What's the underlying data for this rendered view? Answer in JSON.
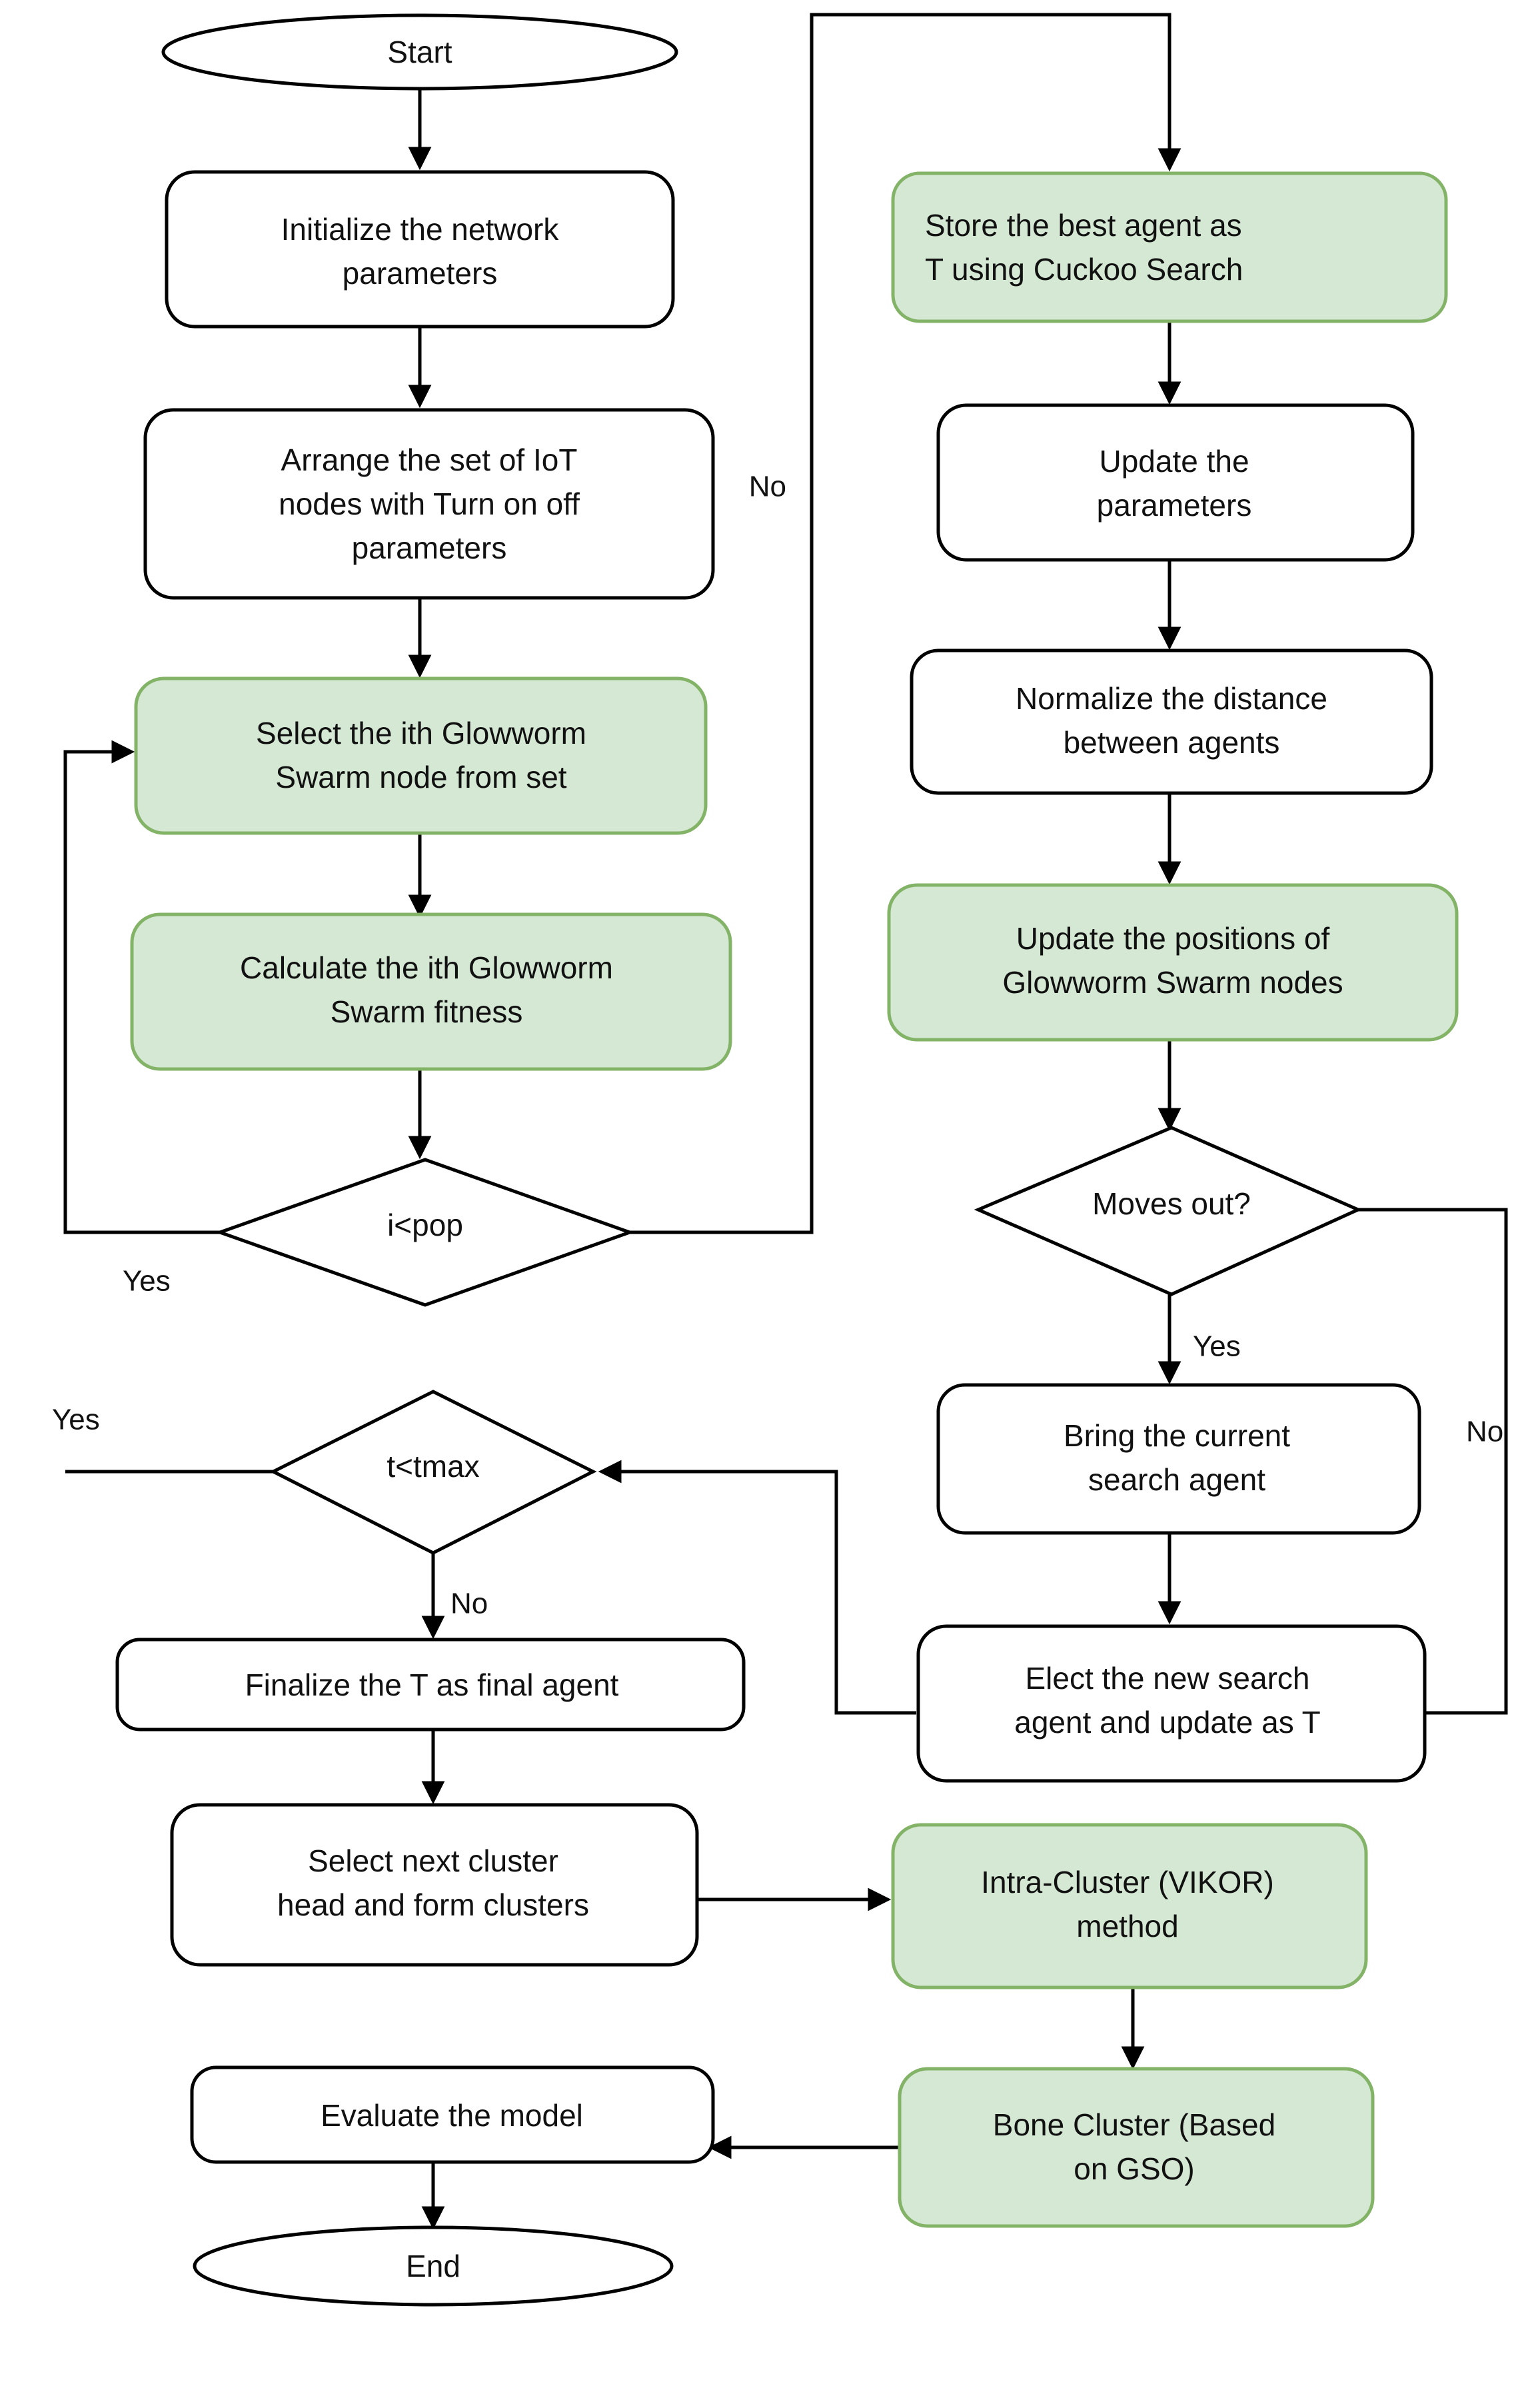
{
  "diagram": {
    "title": "Flowchart of the proposed Glowworm Swarm / Cuckoo Search IoT clustering algorithm",
    "colors": {
      "green_fill": "#d5e8d4",
      "green_border": "#82b366",
      "white_fill": "#ffffff",
      "stroke": "#000000",
      "background": "#ffffff",
      "text": "#111111"
    },
    "nodes": [
      {
        "id": "start",
        "shape": "ellipse",
        "fill": "white",
        "lines": [
          "Start"
        ]
      },
      {
        "id": "init",
        "shape": "rounded",
        "fill": "white",
        "lines": [
          "Initialize the network",
          "parameters"
        ]
      },
      {
        "id": "arrange",
        "shape": "rounded",
        "fill": "white",
        "lines": [
          "Arrange the set of IoT",
          "nodes with Turn on off",
          "parameters"
        ]
      },
      {
        "id": "selectith",
        "shape": "rounded",
        "fill": "green",
        "lines": [
          "Select the ith Glowworm",
          "Swarm node from set"
        ]
      },
      {
        "id": "calcfit",
        "shape": "rounded",
        "fill": "green",
        "lines": [
          "Calculate the ith Glowworm",
          "Swarm fitness"
        ]
      },
      {
        "id": "ipop",
        "shape": "diamond",
        "fill": "white",
        "lines": [
          "i<pop"
        ]
      },
      {
        "id": "ttmax",
        "shape": "diamond",
        "fill": "white",
        "lines": [
          "t<tmax"
        ]
      },
      {
        "id": "finalize",
        "shape": "rounded",
        "fill": "white",
        "lines": [
          "Finalize the T as final agent"
        ]
      },
      {
        "id": "selnext",
        "shape": "rounded",
        "fill": "white",
        "lines": [
          "Select next cluster",
          "head and form clusters"
        ]
      },
      {
        "id": "evaluate",
        "shape": "rounded",
        "fill": "white",
        "lines": [
          "Evaluate the model"
        ]
      },
      {
        "id": "end",
        "shape": "ellipse",
        "fill": "white",
        "lines": [
          "End"
        ]
      },
      {
        "id": "storebest",
        "shape": "rounded",
        "fill": "green",
        "lines": [
          "Store the best agent as",
          "T using Cuckoo Search"
        ]
      },
      {
        "id": "updparams",
        "shape": "rounded",
        "fill": "white",
        "lines": [
          "Update the",
          "parameters"
        ]
      },
      {
        "id": "normdist",
        "shape": "rounded",
        "fill": "white",
        "lines": [
          "Normalize the distance",
          "between agents"
        ]
      },
      {
        "id": "updpos",
        "shape": "rounded",
        "fill": "green",
        "lines": [
          "Update the positions of",
          "Glowworm Swarm nodes"
        ]
      },
      {
        "id": "movesout",
        "shape": "diamond",
        "fill": "white",
        "lines": [
          "Moves out?"
        ]
      },
      {
        "id": "bringcur",
        "shape": "rounded",
        "fill": "white",
        "lines": [
          "Bring the current",
          "search agent"
        ]
      },
      {
        "id": "electnew",
        "shape": "rounded",
        "fill": "white",
        "lines": [
          "Elect the new search",
          "agent and update as T"
        ]
      },
      {
        "id": "intracluster",
        "shape": "rounded",
        "fill": "green",
        "lines": [
          "Intra-Cluster (VIKOR)",
          "method"
        ]
      },
      {
        "id": "bonecluster",
        "shape": "rounded",
        "fill": "green",
        "lines": [
          "Bone Cluster (Based",
          "on GSO)"
        ]
      }
    ],
    "edge_labels": [
      {
        "id": "no-ipop",
        "text": "No"
      },
      {
        "id": "yes-ipop",
        "text": "Yes"
      },
      {
        "id": "yes-ttmax",
        "text": "Yes"
      },
      {
        "id": "no-ttmax",
        "text": "No"
      },
      {
        "id": "yes-movesout",
        "text": "Yes"
      },
      {
        "id": "no-movesout",
        "text": "No"
      }
    ]
  }
}
